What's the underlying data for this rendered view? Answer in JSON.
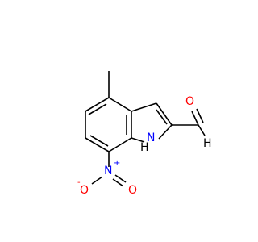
{
  "molecule": {
    "atoms": {
      "oxygen_aldehyde": "O",
      "aldehyde_h": "H",
      "nh_n": "N",
      "nh_h": "H",
      "nitro_n": "N",
      "nitro_plus": "+",
      "nitro_o1": "O",
      "nitro_o1_minus": "-",
      "nitro_o2": "O"
    },
    "colors": {
      "bond": "#000000",
      "oxygen": "#ff0000",
      "nitrogen": "#0000ff",
      "text": "#000000"
    }
  }
}
